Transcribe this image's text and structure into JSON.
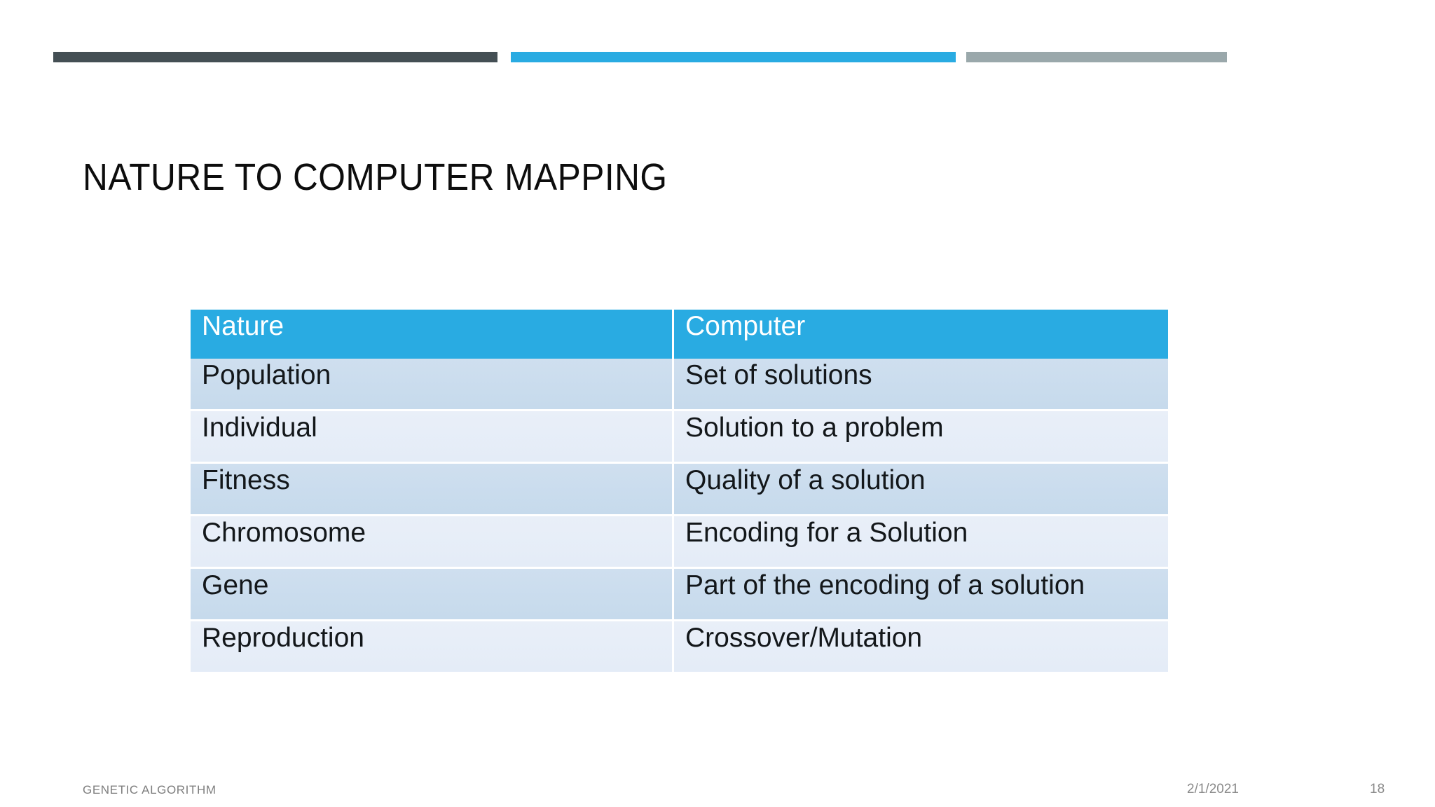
{
  "slide": {
    "title": "NATURE TO COMPUTER MAPPING",
    "accent_colors": {
      "dark_bar": "#444F54",
      "cyan_bar": "#29ABE2",
      "gray_bar": "#9AA8AB",
      "table_header": "#29ABE2",
      "row_band_a": "#C9DCEE",
      "row_band_b": "#E8EEF8",
      "body_text": "#13171A",
      "footer_text": "#8A8A8A"
    }
  },
  "table": {
    "headers": [
      "Nature",
      "Computer"
    ],
    "rows": [
      [
        "Population",
        "Set of solutions"
      ],
      [
        "Individual",
        "Solution to a problem"
      ],
      [
        "Fitness",
        "Quality of a solution"
      ],
      [
        "Chromosome",
        "Encoding for a Solution"
      ],
      [
        "Gene",
        "Part of the encoding of a solution"
      ],
      [
        "Reproduction",
        "Crossover/Mutation"
      ]
    ]
  },
  "footer": {
    "left_label": "GENETIC ALGORITHM",
    "date": "2/1/2021",
    "page_number": "18"
  }
}
